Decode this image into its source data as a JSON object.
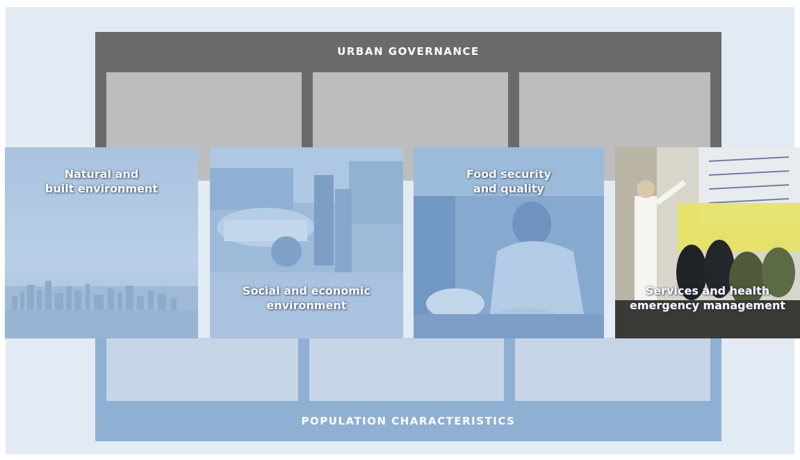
{
  "diagram": {
    "governance_label": "URBAN GOVERNANCE",
    "population_label": "POPULATION CHARACTERISTICS",
    "tiles": [
      {
        "line1": "Natural and",
        "line2": "built environment",
        "scene": "city-skyline-photo"
      },
      {
        "line1": "Social and economic",
        "line2": "environment",
        "scene": "street-traffic-photo"
      },
      {
        "line1": "Food security",
        "line2": "and quality",
        "scene": "food-vendor-photo"
      },
      {
        "line1": "Services and health",
        "line2": "emergency management",
        "scene": "health-clinic-photo"
      }
    ]
  },
  "colors": {
    "background_panel": "#e2eaf3",
    "governance_frame": "#6a6a6a",
    "governance_slot": "#bdbdbd",
    "population_frame": "#8fb0d2",
    "population_slot": "#c6d5e5",
    "label_text": "#ffffff"
  }
}
